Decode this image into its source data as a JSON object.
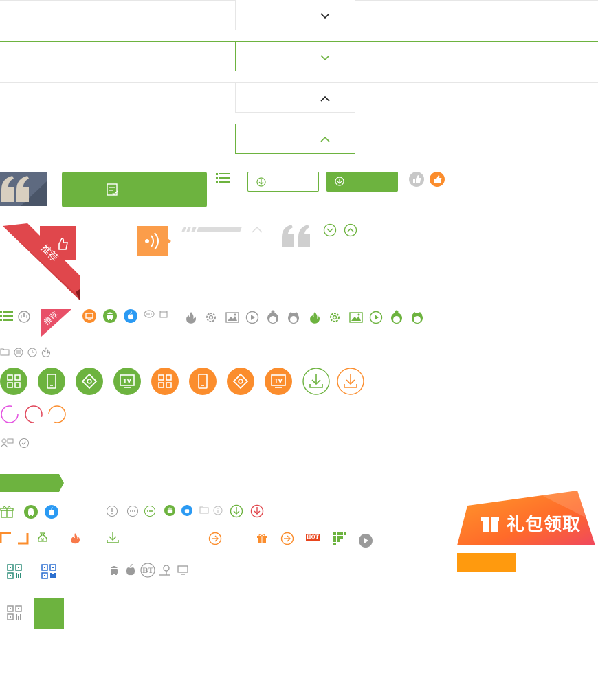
{
  "colors": {
    "green": "#6db33f",
    "orange": "#fb8d2d",
    "gray": "#9b9b9b",
    "blue": "#2b9af3",
    "red": "#e0474c",
    "slate": "#5e6a80",
    "pink": "#e34fe0",
    "crimson": "#e0475b"
  },
  "tabs": [
    {
      "state": "collapsed",
      "style": "gray",
      "icon": "chevron-down-icon"
    },
    {
      "state": "collapsed",
      "style": "green",
      "icon": "chevron-down-icon"
    },
    {
      "state": "expanded",
      "style": "gray",
      "icon": "chevron-up-icon"
    },
    {
      "state": "expanded",
      "style": "green",
      "icon": "chevron-up-icon"
    }
  ],
  "ribbon": {
    "label": "推荐"
  },
  "small_ribbon": {
    "label": "推荐"
  },
  "hot_badge": {
    "label": "HOT"
  },
  "gift_banner": {
    "label": "礼包领取"
  },
  "icons": {
    "row_buttons": [
      "quote-icon",
      "edit-icon",
      "list-icon",
      "download-icon",
      "thumbs-up-icon"
    ],
    "circle_icons": [
      "apps-icon",
      "phone-icon",
      "diamond-icon",
      "tv-icon",
      "download-icon"
    ],
    "platform_icons": [
      "android-icon",
      "apple-icon",
      "bt-icon",
      "pc-icon"
    ]
  }
}
